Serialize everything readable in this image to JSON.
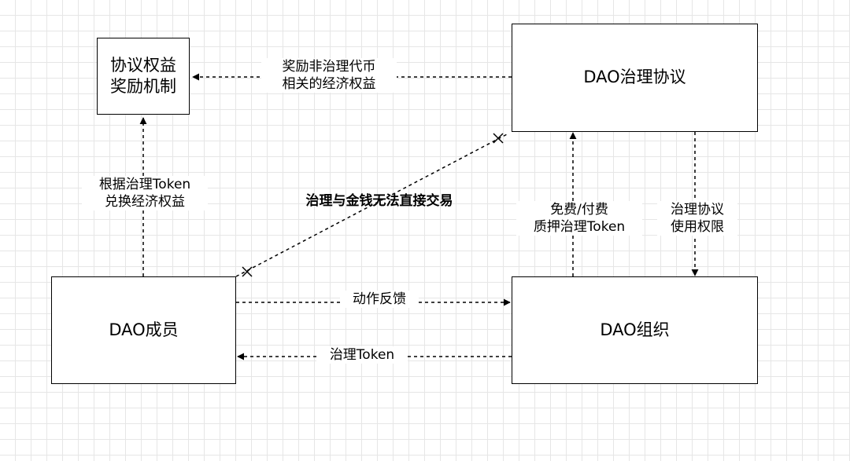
{
  "nodes": {
    "reward": "协议权益\n奖励机制",
    "protocol": "DAO治理协议",
    "member": "DAO成员",
    "org": "DAO组织"
  },
  "edges": {
    "protocol_to_reward": "奖励非治理代币\n相关的经济权益",
    "member_to_reward": "根据治理Token\n兑换经济权益",
    "member_protocol_blocked": "治理与金钱无法直接交易",
    "org_to_protocol": "免费/付费\n质押治理Token",
    "protocol_to_org": "治理协议\n使用权限",
    "member_to_org": "动作反馈",
    "org_to_member": "治理Token"
  }
}
